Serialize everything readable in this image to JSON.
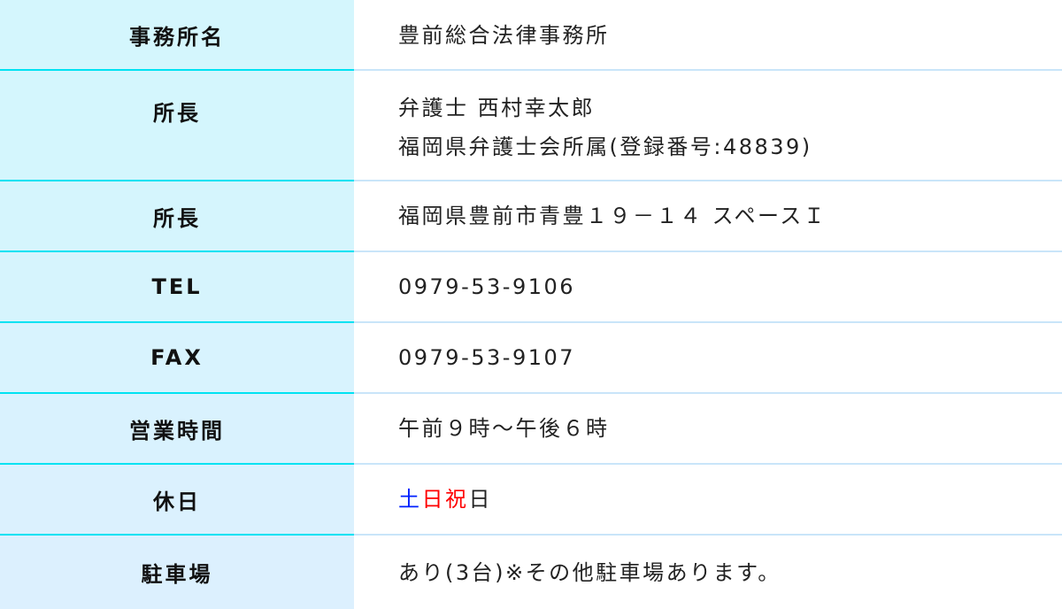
{
  "rows": [
    {
      "label": "事務所名",
      "value": [
        "豊前総合法律事務所"
      ]
    },
    {
      "label": "所長",
      "value": [
        "弁護士 西村幸太郎",
        "福岡県弁護士会所属(登録番号:48839)"
      ]
    },
    {
      "label": "所長",
      "value": [
        "福岡県豊前市青豊１９－１４ スペースＩ"
      ]
    },
    {
      "label": "TEL",
      "value": [
        "0979-53-9106"
      ]
    },
    {
      "label": "FAX",
      "value": [
        "0979-53-9107"
      ]
    },
    {
      "label": "営業時間",
      "value": [
        "午前９時～午後６時"
      ]
    },
    {
      "label": "休日",
      "holiday": {
        "sat": "土",
        "sun_holiday": "日祝",
        "suffix": "日"
      }
    },
    {
      "label": "駐車場",
      "value": [
        "あり(3台)※その他駐車場あります。"
      ]
    }
  ],
  "colors": {
    "saturday": "#0020ff",
    "sunday_holiday": "#ff0000",
    "label_border": "#00e2f2",
    "value_border": "#c9e5f9"
  }
}
